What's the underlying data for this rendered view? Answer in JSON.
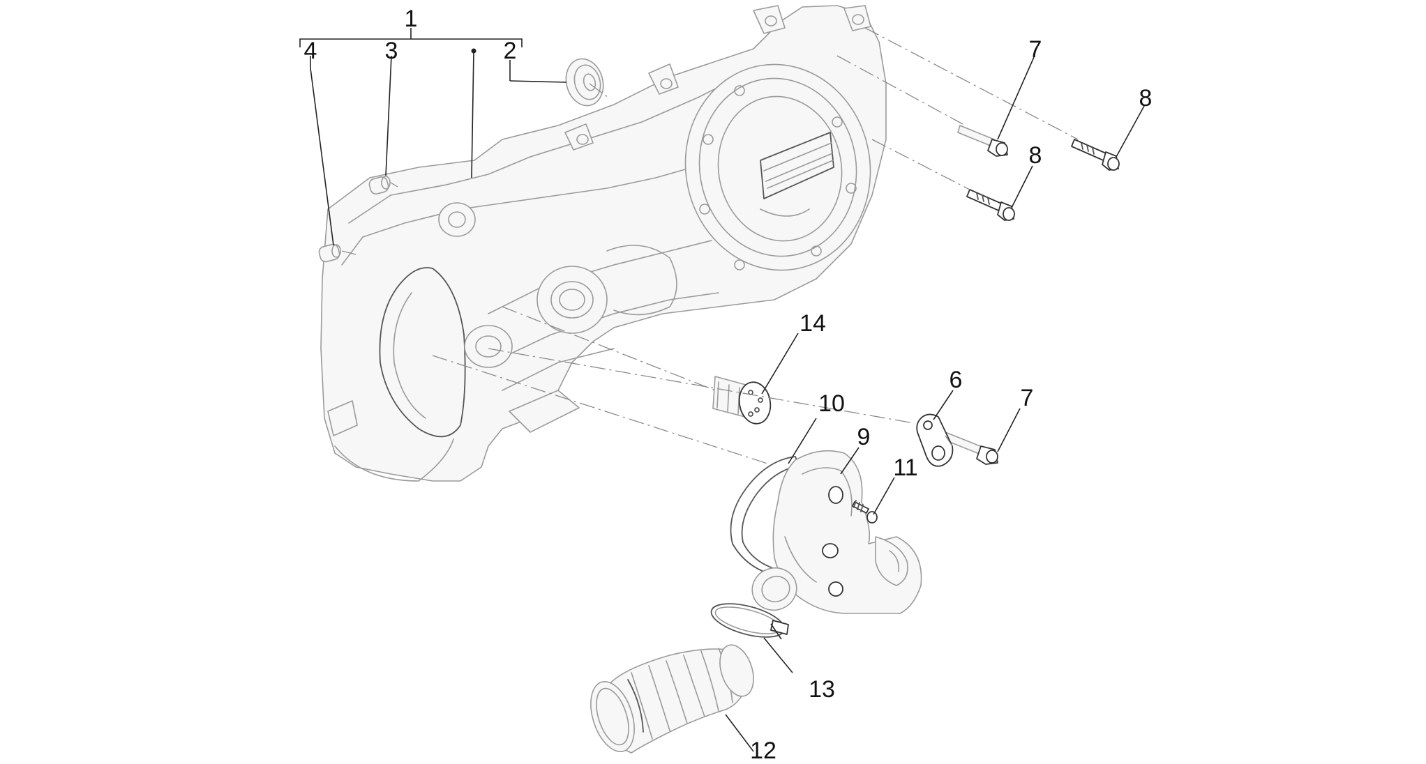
{
  "callouts": {
    "c1": "1",
    "c2": "2",
    "c3": "3",
    "c4": "4",
    "c6": "6",
    "c7a": "7",
    "c7b": "7",
    "c8a": "8",
    "c8b": "8",
    "c9": "9",
    "c10": "10",
    "c11": "11",
    "c12": "12",
    "c13": "13",
    "c14": "14"
  },
  "colors": {
    "line": "#9a9a9a",
    "label": "#111111",
    "background": "#ffffff"
  }
}
